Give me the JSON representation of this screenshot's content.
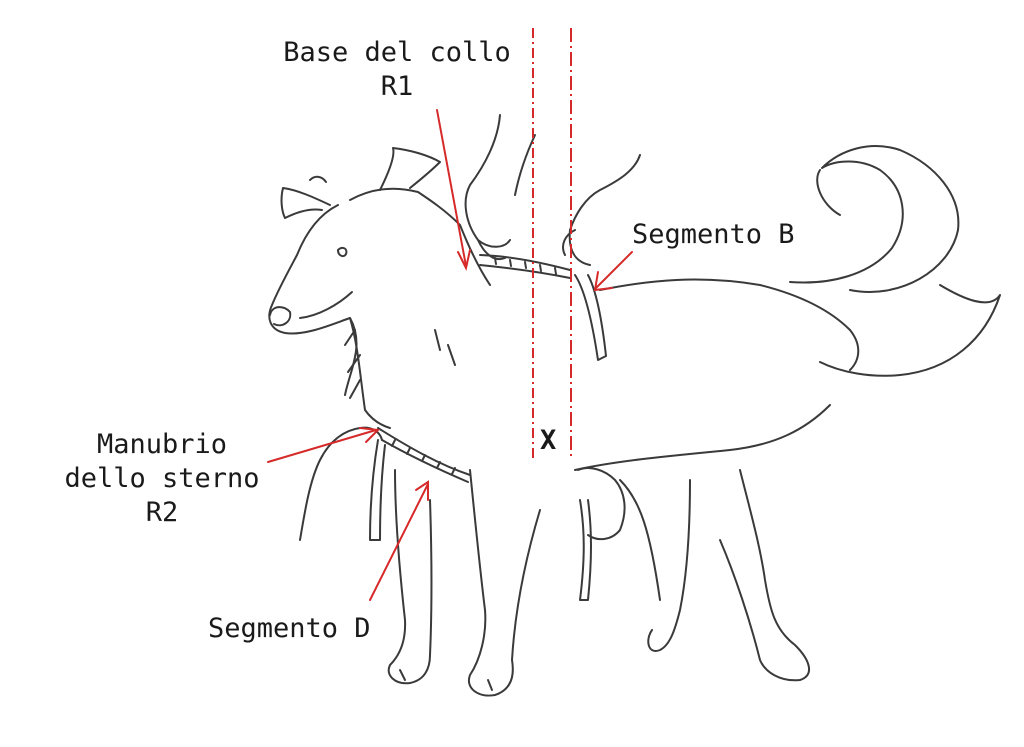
{
  "labels": {
    "base_collo_line1": "Base del collo",
    "base_collo_line2": "R1",
    "segmento_b": "Segmento B",
    "manubrio_line1": "Manubrio",
    "manubrio_line2": "dello sterno",
    "manubrio_line3": "R2",
    "segmento_d": "Segmento D",
    "x_marker": "X"
  },
  "colors": {
    "annotation": "#d62a2a",
    "ink": "#3a3a3a",
    "text": "#1a1a1a"
  }
}
